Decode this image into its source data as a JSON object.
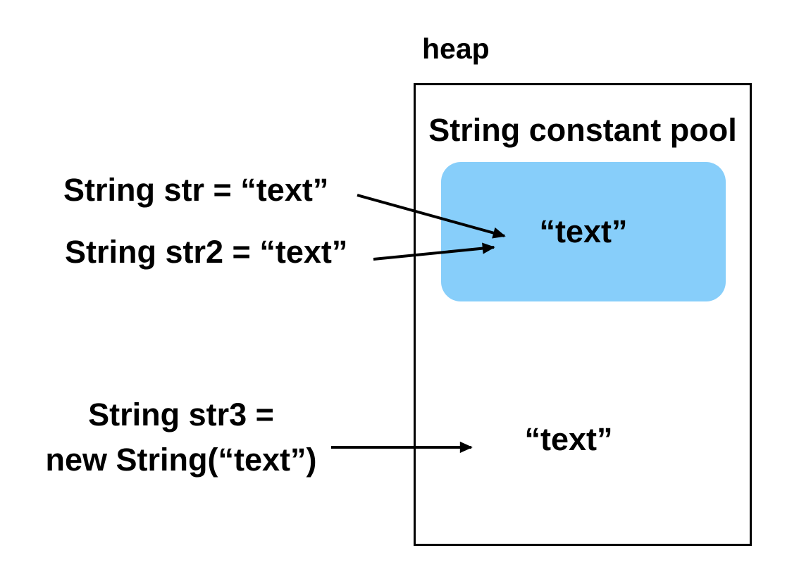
{
  "diagram": {
    "heap": {
      "label": "heap",
      "pool_label": "String constant pool",
      "pool_value": "“text”",
      "heap_value": "“text”"
    },
    "code_labels": {
      "str1": "String str = “text”",
      "str2": "String str2 = “text”",
      "str3_line1": "String str3 =",
      "str3_line2": "new String(“text”)"
    },
    "arrows": [
      {
        "from": "String str = “text”",
        "to": "pool “text”"
      },
      {
        "from": "String str2 = “text”",
        "to": "pool “text”"
      },
      {
        "from": "String str3 = new String(“text”)",
        "to": "heap “text”"
      }
    ],
    "colors": {
      "pool_box_fill": "#87CEFA",
      "heap_border": "#000000",
      "arrow": "#000000",
      "text": "#000000",
      "background": "#FFFFFF"
    }
  }
}
